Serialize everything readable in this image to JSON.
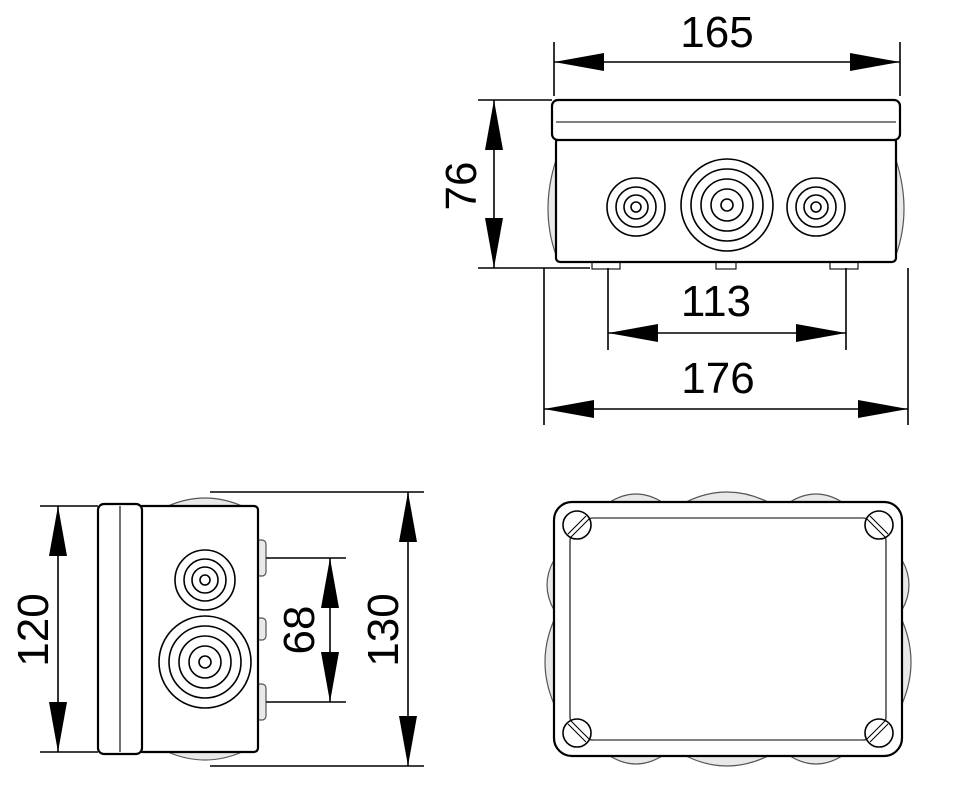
{
  "dimensions": {
    "front_top_width": "165",
    "front_height": "76",
    "front_gland_spacing": "113",
    "front_overall_width": "176",
    "side_height": "120",
    "side_gland_spacing": "68",
    "side_overall_height": "130"
  },
  "colors": {
    "line": "#000000",
    "background": "#ffffff",
    "bump_fill": "#e9e9e9"
  }
}
